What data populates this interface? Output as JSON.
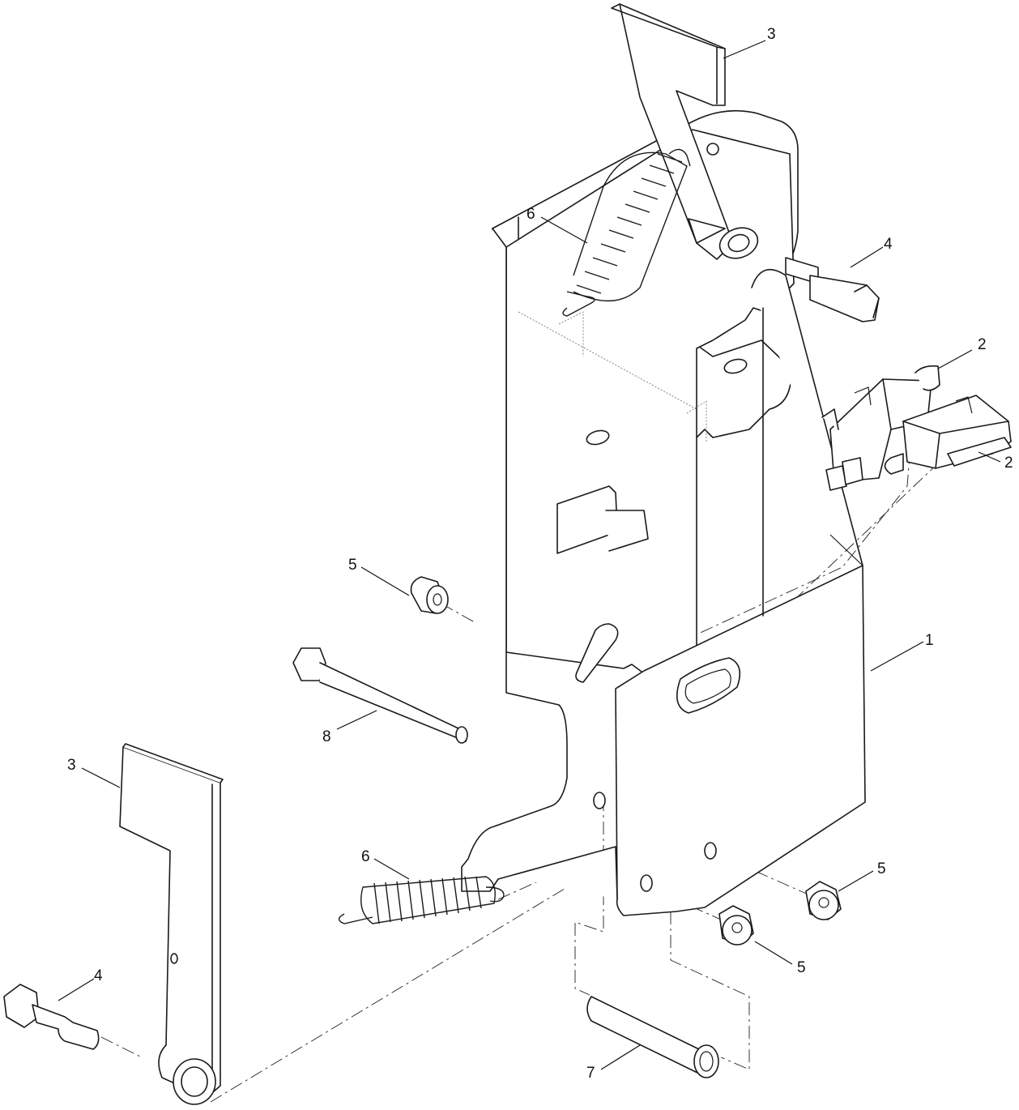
{
  "diagram": {
    "callouts": [
      {
        "id": "c1",
        "label": "1"
      },
      {
        "id": "c2a",
        "label": "2"
      },
      {
        "id": "c2b",
        "label": "2"
      },
      {
        "id": "c3a",
        "label": "3"
      },
      {
        "id": "c3b",
        "label": "3"
      },
      {
        "id": "c4a",
        "label": "4"
      },
      {
        "id": "c4b",
        "label": "4"
      },
      {
        "id": "c5a",
        "label": "5"
      },
      {
        "id": "c5b",
        "label": "5"
      },
      {
        "id": "c5c",
        "label": "5"
      },
      {
        "id": "c6a",
        "label": "6"
      },
      {
        "id": "c6b",
        "label": "6"
      },
      {
        "id": "c7",
        "label": "7"
      },
      {
        "id": "c8",
        "label": "8"
      }
    ]
  }
}
